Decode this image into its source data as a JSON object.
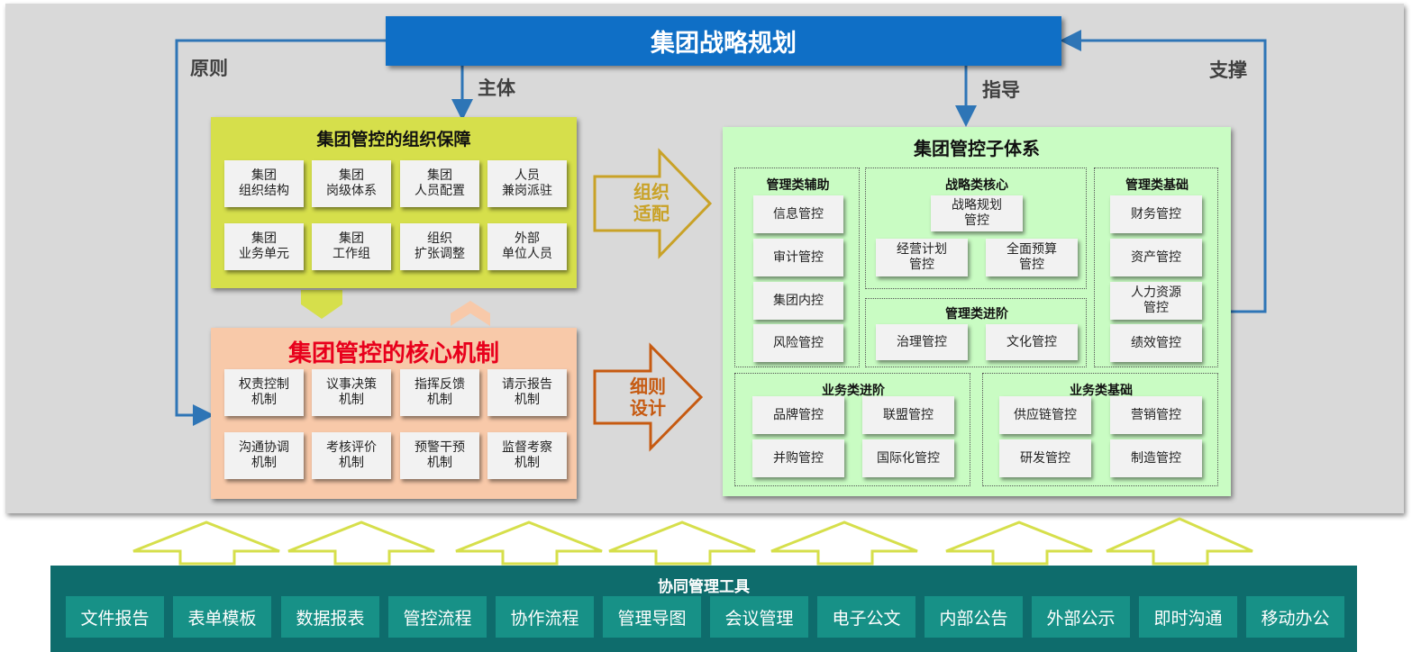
{
  "title": "集团战略规划",
  "links": {
    "left": "原则",
    "subject": "主体",
    "guide": "指导",
    "right": "支撑"
  },
  "org": {
    "title": "集团管控的组织保障",
    "cells": [
      "集团\n组织结构",
      "集团\n岗级体系",
      "集团\n人员配置",
      "人员\n兼岗派驻",
      "集团\n业务单元",
      "集团\n工作组",
      "组织\n扩张调整",
      "外部\n单位人员"
    ]
  },
  "mech": {
    "title": "集团管控的核心机制",
    "cells": [
      "权责控制\n机制",
      "议事决策\n机制",
      "指挥反馈\n机制",
      "请示报告\n机制",
      "沟通协调\n机制",
      "考核评价\n机制",
      "预警干预\n机制",
      "监督考察\n机制"
    ]
  },
  "arrows": {
    "adapt": "组织\n适配",
    "design": "细则\n设计"
  },
  "sub": {
    "title": "集团管控子体系",
    "mgmt_aux": {
      "title": "管理类辅助",
      "items": [
        "信息管控",
        "审计管控",
        "集团内控",
        "风险管控"
      ]
    },
    "strategy_core": {
      "title": "战略类核心",
      "items": [
        "战略规划\n管控",
        "经营计划\n管控",
        "全面预算\n管控"
      ]
    },
    "mgmt_adv": {
      "title": "管理类进阶",
      "items": [
        "治理管控",
        "文化管控"
      ]
    },
    "mgmt_base": {
      "title": "管理类基础",
      "items": [
        "财务管控",
        "资产管控",
        "人力资源\n管控",
        "绩效管控"
      ]
    },
    "biz_adv": {
      "title": "业务类进阶",
      "items": [
        "品牌管控",
        "联盟管控",
        "并购管控",
        "国际化管控"
      ]
    },
    "biz_base": {
      "title": "业务类基础",
      "items": [
        "供应链管控",
        "营销管控",
        "研发管控",
        "制造管控"
      ]
    }
  },
  "tools": {
    "title": "协同管理工具",
    "items": [
      "文件报告",
      "表单模板",
      "数据报表",
      "管控流程",
      "协作流程",
      "管理导图",
      "会议管理",
      "电子公文",
      "内部公告",
      "外部公示",
      "即时沟通",
      "移动办公"
    ]
  },
  "colors": {
    "blue": "#0f6fc6",
    "org": "#d6df4b",
    "mech": "#f8c9a9",
    "sub": "#c9fcc3",
    "tools": "#0e6c6c",
    "tool": "#179187",
    "mech_title": "#e8001c",
    "arrow_gold": "#c9a227",
    "arrow_orange": "#c65a11"
  }
}
